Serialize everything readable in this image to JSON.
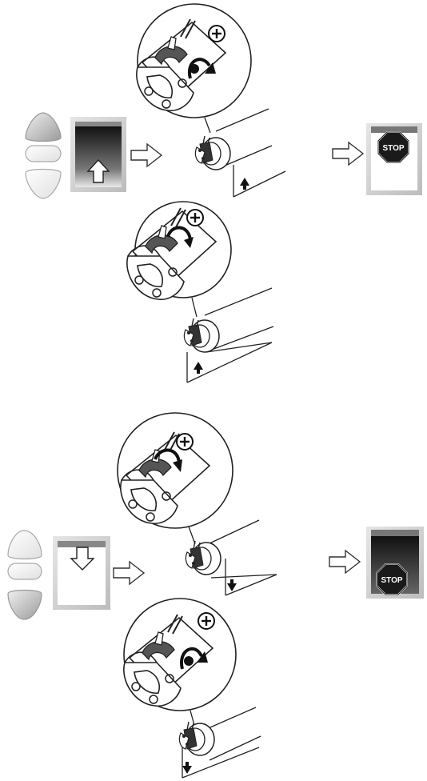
{
  "sections": [
    {
      "id": "up",
      "remote_active": "up",
      "shade_arrow": "up",
      "direction": "up",
      "stop_label": "STOP",
      "rotation_sign": "⊕"
    },
    {
      "id": "down",
      "remote_active": "down",
      "shade_arrow": "down",
      "direction": "down",
      "stop_label": "STOP",
      "rotation_sign": "⊕"
    }
  ],
  "colors": {
    "stop_sign": "#1a1a1a",
    "button_active": "#c8c8c8",
    "button_idle": "#f4f4f4",
    "line": "#222222"
  },
  "icons": [
    "remote-up-button",
    "remote-stop-button",
    "remote-down-button",
    "arrow-up-icon",
    "arrow-down-icon",
    "stop-sign-icon",
    "plus-circle-icon",
    "rotation-arrow-icon",
    "motor-head-icon",
    "next-step-arrow-icon"
  ]
}
